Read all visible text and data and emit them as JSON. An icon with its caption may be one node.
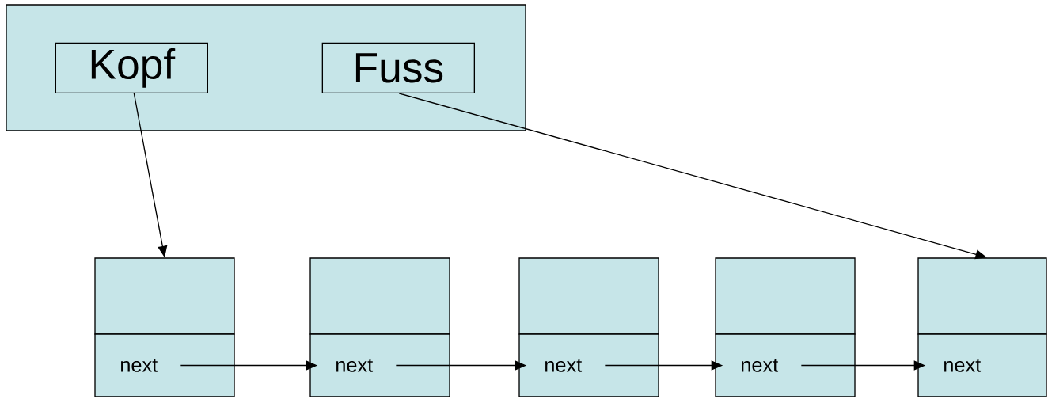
{
  "diagram": {
    "nodes": [
      {
        "text": [],
        "shape": "box"
      },
      {
        "text": [
          "Kopf"
        ],
        "in": 0
      },
      {
        "text": [
          "Fuss"
        ],
        "in": 0
      },
      {
        "text": [],
        "shape": "box"
      },
      {
        "text": [],
        "shape": "box"
      },
      {
        "text": [],
        "shape": "box"
      },
      {
        "text": [],
        "shape": "box"
      },
      {
        "text": [],
        "shape": "box"
      },
      {
        "text": [
          "next"
        ]
      },
      {
        "text": [
          "next"
        ]
      },
      {
        "text": [
          "next"
        ]
      },
      {
        "text": [
          "next"
        ]
      },
      {
        "text": [
          "next"
        ]
      }
    ],
    "edges": [
      {
        "from": 1,
        "to": 3,
        "arrow": "to"
      },
      {
        "from": 2,
        "to": 7,
        "arrow": "to"
      },
      {
        "from": 8,
        "to": 9,
        "arrow": "to"
      },
      {
        "from": 9,
        "to": 10,
        "arrow": "to"
      },
      {
        "from": 10,
        "to": 11,
        "arrow": "to"
      },
      {
        "from": 11,
        "to": 12,
        "arrow": "to"
      }
    ]
  }
}
